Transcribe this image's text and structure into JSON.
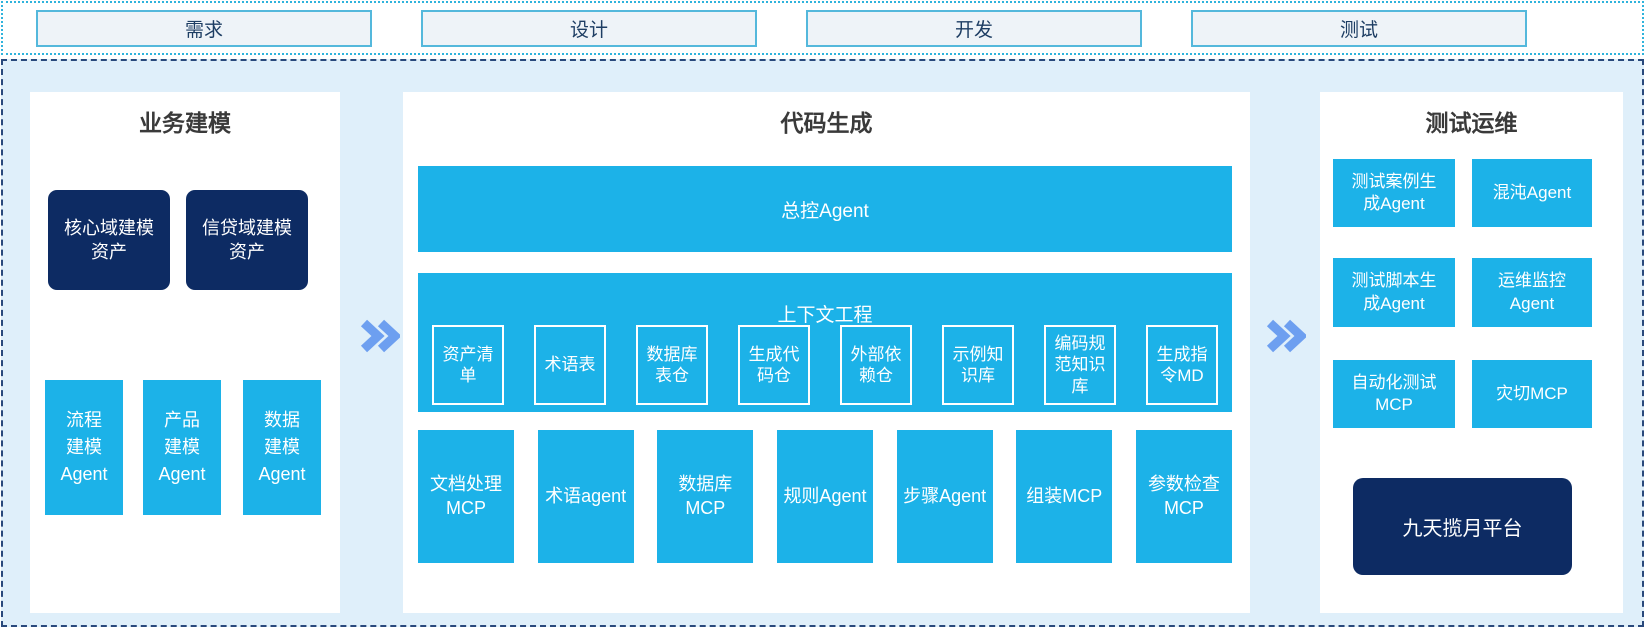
{
  "phases": {
    "items": [
      {
        "label": "需求"
      },
      {
        "label": "设计"
      },
      {
        "label": "开发"
      },
      {
        "label": "测试"
      }
    ]
  },
  "panels": {
    "business": {
      "title": "业务建模",
      "assets": [
        {
          "label": "核心域建模\n资产"
        },
        {
          "label": "信贷域建模\n资产"
        }
      ],
      "agents": [
        {
          "label": "流程\n建模\nAgent"
        },
        {
          "label": "产品\n建模\nAgent"
        },
        {
          "label": "数据\n建模\nAgent"
        }
      ]
    },
    "codegen": {
      "title": "代码生成",
      "master_agent_label": "总控Agent",
      "context": {
        "title": "上下文工程",
        "items": [
          {
            "label": "资产清\n单"
          },
          {
            "label": "术语表"
          },
          {
            "label": "数据库\n表仓"
          },
          {
            "label": "生成代\n码仓"
          },
          {
            "label": "外部依\n赖仓"
          },
          {
            "label": "示例知\n识库"
          },
          {
            "label": "编码规\n范知识\n库"
          },
          {
            "label": "生成指\n令MD"
          }
        ]
      },
      "tools": [
        {
          "label": "文档处理\nMCP"
        },
        {
          "label": "术语agent"
        },
        {
          "label": "数据库\nMCP"
        },
        {
          "label": "规则Agent"
        },
        {
          "label": "步骤Agent"
        },
        {
          "label": "组装MCP"
        },
        {
          "label": "参数检查\nMCP"
        }
      ]
    },
    "testops": {
      "title": "测试运维",
      "boxes": [
        {
          "label": "测试案例生\n成Agent"
        },
        {
          "label": "混沌Agent"
        },
        {
          "label": "测试脚本生\n成Agent"
        },
        {
          "label": "运维监控\nAgent"
        },
        {
          "label": "自动化测试\nMCP"
        },
        {
          "label": "灾切MCP"
        }
      ],
      "platform_label": "九天揽月平台"
    }
  },
  "colors": {
    "cyan": "#1CB2E8",
    "navy": "#0D2B63",
    "arrow_blue": "#6D9FF0",
    "container_bg": "#DFEFFA",
    "phase_box_bg": "#EEF3F8",
    "phase_box_border": "#54B8DC",
    "dotted_border": "#2FB3DC",
    "dashed_border": "#29497C",
    "title_text": "#3A3A3A",
    "phase_text": "#1D3D63"
  }
}
